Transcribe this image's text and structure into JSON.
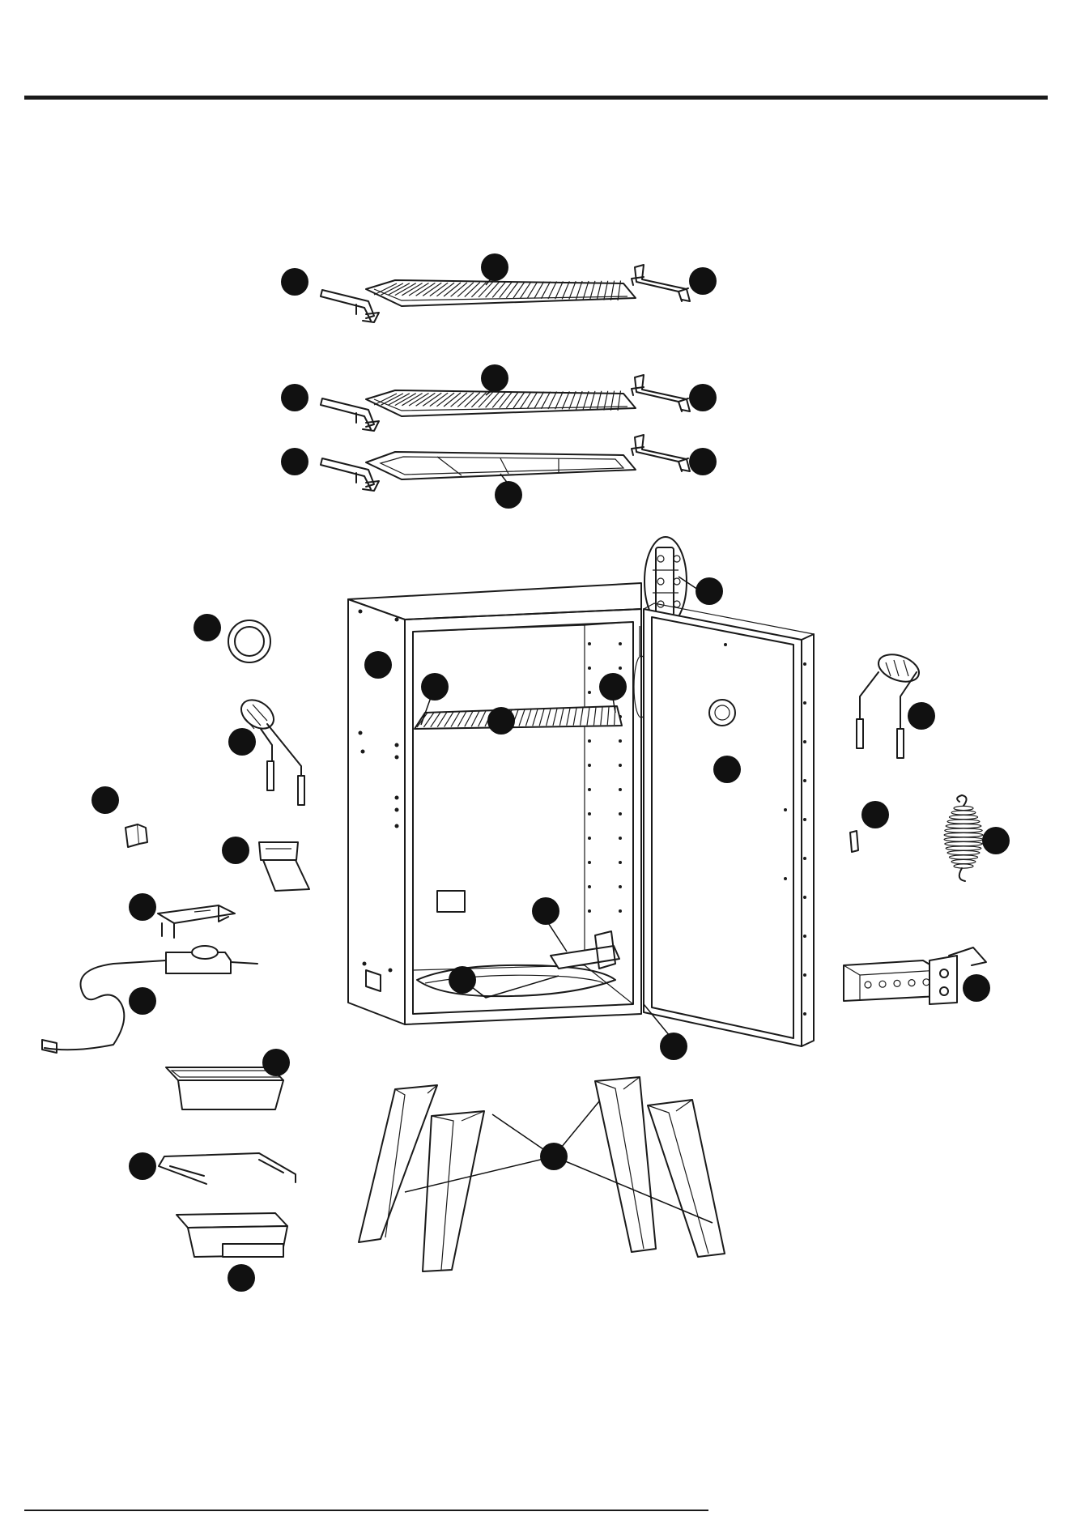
{
  "page": {
    "header_rule_color": "#1a1a1a",
    "line_color": "#1a1a1a",
    "callout_color": "#111111"
  },
  "parts": [
    {
      "name": "upper-rack-bracket-left"
    },
    {
      "name": "upper-cooking-grate"
    },
    {
      "name": "upper-rack-bracket-right"
    },
    {
      "name": "middle-cooking-grate"
    },
    {
      "name": "middle-rack-bracket-left"
    },
    {
      "name": "middle-rack-bracket-right"
    },
    {
      "name": "drip-pan-bracket-left"
    },
    {
      "name": "drip-pan-bracket-right"
    },
    {
      "name": "flat-drip-pan"
    },
    {
      "name": "door-hinge-detail"
    },
    {
      "name": "thermometer-bezel"
    },
    {
      "name": "cabinet-body"
    },
    {
      "name": "lower-cooking-grate-installed"
    },
    {
      "name": "side-handle-left"
    },
    {
      "name": "side-handle-right"
    },
    {
      "name": "door-panel"
    },
    {
      "name": "magnet-latch"
    },
    {
      "name": "door-latch-catch"
    },
    {
      "name": "spring-handle"
    },
    {
      "name": "wood-chip-tray"
    },
    {
      "name": "heating-element-bracket"
    },
    {
      "name": "heating-element"
    },
    {
      "name": "temperature-controller"
    },
    {
      "name": "control-box"
    },
    {
      "name": "water-pan"
    },
    {
      "name": "pan-holder"
    },
    {
      "name": "grease-tray"
    },
    {
      "name": "legs"
    }
  ]
}
